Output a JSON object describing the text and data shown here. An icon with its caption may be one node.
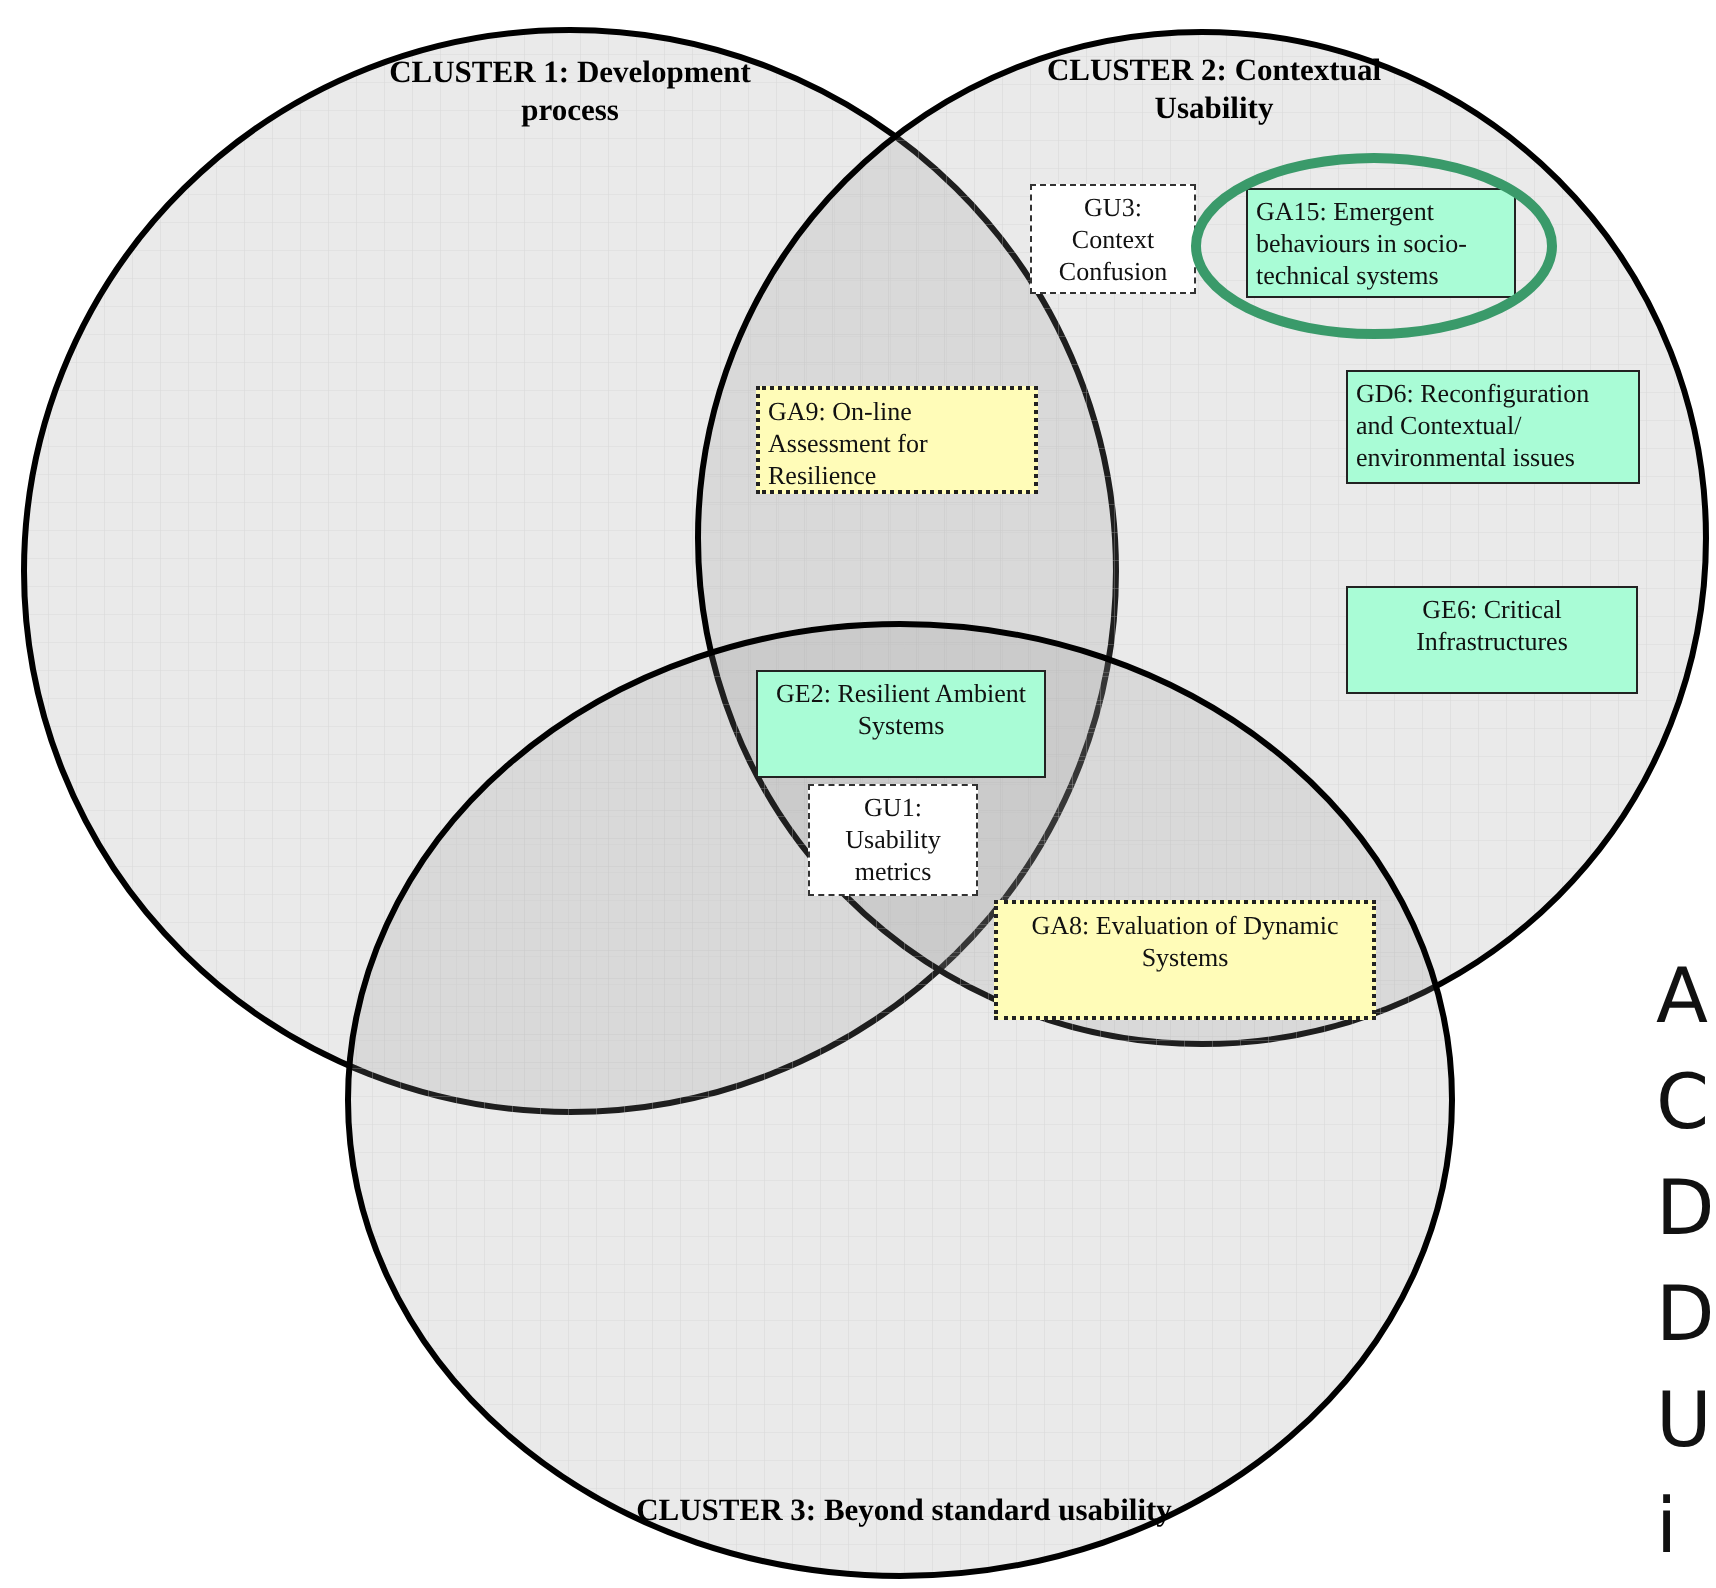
{
  "diagram": {
    "nodes": [
      {
        "text": [
          "CLUSTER 1: Development process"
        ]
      },
      {
        "text": [
          "CLUSTER 2: Contextual Usability"
        ]
      },
      {
        "text": [
          "CLUSTER 3: Beyond standard usability"
        ]
      },
      {
        "text": [
          "GU3: Context Confusion"
        ],
        "in": 1
      },
      {
        "text": [
          "GA15: Emergent behaviours in socio-technical systems"
        ],
        "in": 1
      },
      {
        "text": [
          "GA9: On-line Assessment for Resilience"
        ]
      },
      {
        "text": [
          "GD6: Reconfiguration and Contextual/ environmental issues"
        ],
        "in": 1
      },
      {
        "text": [
          "GE6: Critical Infrastructures"
        ],
        "in": 1
      },
      {
        "text": [
          "GE2: Resilient Ambient Systems"
        ]
      },
      {
        "text": [
          "GU1: Usability metrics"
        ]
      },
      {
        "text": [
          "GA8: Evaluation of Dynamic Systems"
        ]
      }
    ],
    "labels": [
      "A",
      "C",
      "D",
      "D",
      "U",
      "i"
    ]
  }
}
